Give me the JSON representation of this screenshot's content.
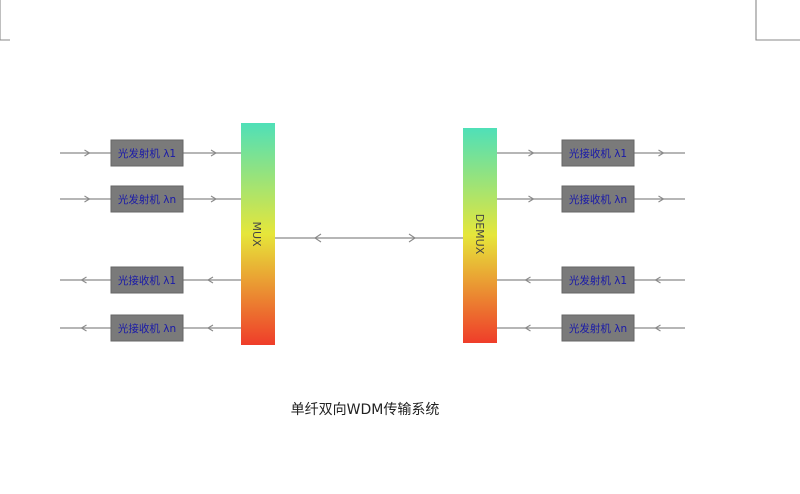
{
  "title": "单纤双向WDM传输系统",
  "mux_label": "MUX",
  "demux_label": "DEMUX",
  "left_units": [
    {
      "label": "光发射机 λ1",
      "direction": "in"
    },
    {
      "label": "光发射机 λn",
      "direction": "in"
    },
    {
      "label": "光接收机 λ1",
      "direction": "out"
    },
    {
      "label": "光接收机 λn",
      "direction": "out"
    }
  ],
  "right_units": [
    {
      "label": "光接收机 λ1",
      "direction": "out"
    },
    {
      "label": "光接收机 λn",
      "direction": "out"
    },
    {
      "label": "光发射机 λ1",
      "direction": "in"
    },
    {
      "label": "光发射机 λn",
      "direction": "in"
    }
  ],
  "colors": {
    "gradient_top": "#4fe0b8",
    "gradient_mid": "#e6e63a",
    "gradient_bottom": "#ef3d2a",
    "box": "#7a7a7a",
    "label": "#1a1aa8"
  }
}
